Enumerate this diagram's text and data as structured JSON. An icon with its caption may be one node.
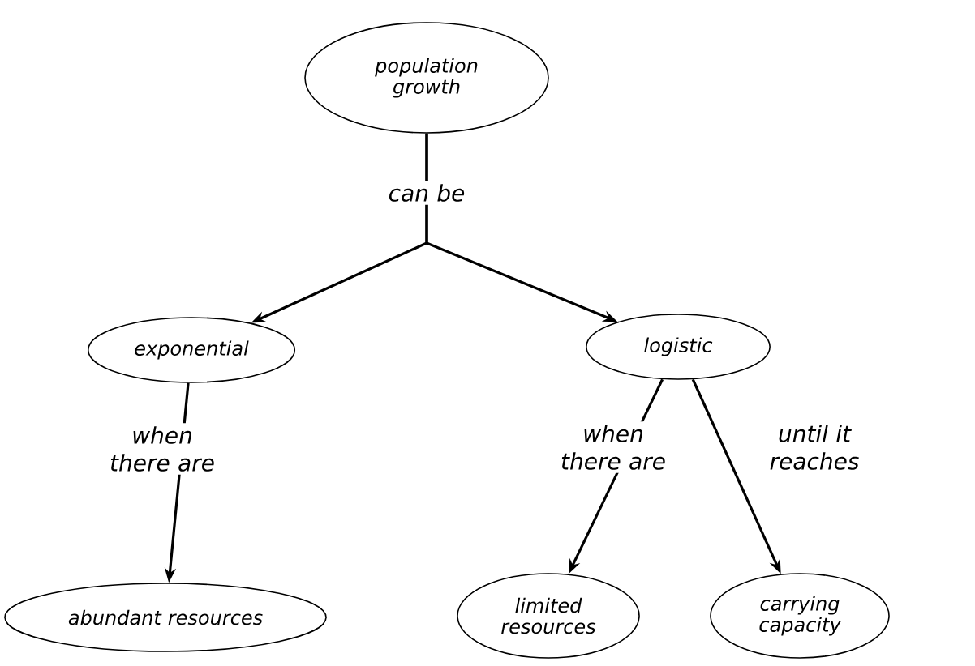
{
  "diagram": {
    "nodes": [
      {
        "text": [
          "population growth"
        ]
      },
      {
        "text": [
          "exponential"
        ]
      },
      {
        "text": [
          "logistic"
        ]
      },
      {
        "text": [
          "abundant resources"
        ]
      },
      {
        "text": [
          "limited resources"
        ]
      },
      {
        "text": [
          "carrying capacity"
        ]
      }
    ],
    "edges": [
      {
        "from": 0,
        "to": 1,
        "arrow": "to",
        "label": "can be"
      },
      {
        "from": 0,
        "to": 2,
        "arrow": "to"
      },
      {
        "from": 1,
        "to": 3,
        "arrow": "to",
        "label": "when there are"
      },
      {
        "from": 2,
        "to": 4,
        "arrow": "to",
        "label": "when there are"
      },
      {
        "from": 2,
        "to": 5,
        "arrow": "to",
        "label": "until it reaches"
      }
    ]
  }
}
